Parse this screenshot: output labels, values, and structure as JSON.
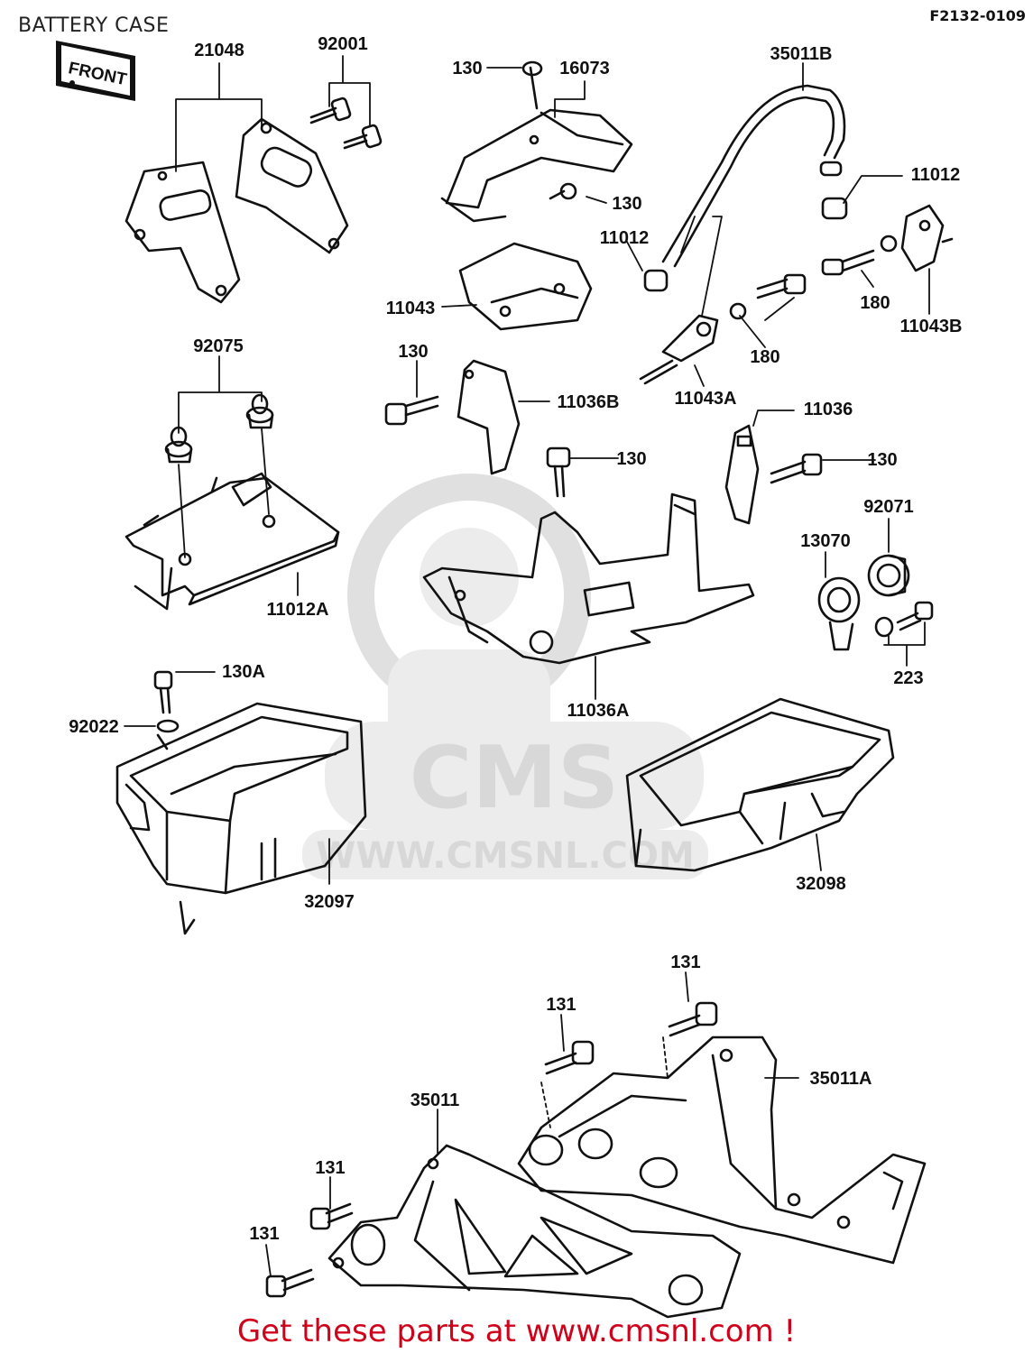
{
  "header": {
    "title": "BATTERY CASE",
    "diagram_code": "F2132-0109"
  },
  "front_badge": "FRONT",
  "watermark": {
    "logo": "CMS",
    "url": "WWW.CMSNL.COM"
  },
  "parts": {
    "p21048": "21048",
    "p92001": "92001",
    "p130_a": "130",
    "p16073": "16073",
    "p130_b": "130",
    "p11012_a": "11012",
    "p11043": "11043",
    "p35011B": "35011B",
    "p11012_b": "11012",
    "p180_a": "180",
    "p11043B": "11043B",
    "p180_b": "180",
    "p11043A": "11043A",
    "p92075": "92075",
    "p130_c": "130",
    "p11036B": "11036B",
    "p11036": "11036",
    "p130_d": "130",
    "p130_e": "130",
    "p92071": "92071",
    "p13070": "13070",
    "p11012A": "11012A",
    "p223": "223",
    "p11036A": "11036A",
    "p130A": "130A",
    "p92022": "92022",
    "p32097": "32097",
    "p32098": "32098",
    "p131_a": "131",
    "p131_b": "131",
    "p35011A": "35011A",
    "p35011": "35011",
    "p131_c": "131",
    "p131_d": "131"
  },
  "footer": {
    "text": "Get these parts at www.cmsnl.com !"
  },
  "colors": {
    "line": "#111111",
    "footer": "#d0021b",
    "watermark": "#e6e6e6"
  }
}
